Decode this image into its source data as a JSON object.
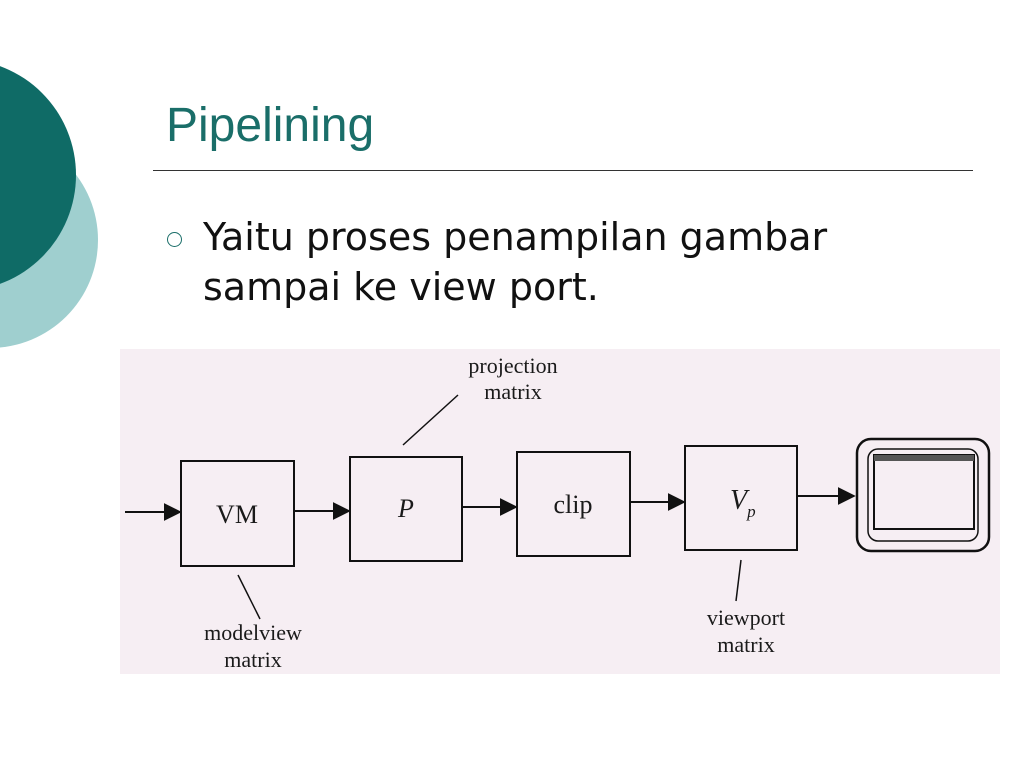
{
  "slide": {
    "title": "Pipelining",
    "bullet": "Yaitu proses penampilan gambar sampai ke view port."
  },
  "diagram": {
    "blocks": [
      {
        "id": "vm",
        "label": "VM"
      },
      {
        "id": "p",
        "label": "P"
      },
      {
        "id": "clip",
        "label": "clip"
      },
      {
        "id": "vp",
        "label": "V",
        "subscript": "p"
      }
    ],
    "annotations": {
      "projection_line1": "projection",
      "projection_line2": "matrix",
      "modelview_line1": "modelview",
      "modelview_line2": "matrix",
      "viewport_line1": "viewport",
      "viewport_line2": "matrix"
    },
    "output_icon": "monitor-screen-icon"
  },
  "colors": {
    "accent_dark": "#0f6b66",
    "accent_light": "#9fcfcf",
    "title": "#1a6e69",
    "figure_bg": "#f6eef3"
  }
}
